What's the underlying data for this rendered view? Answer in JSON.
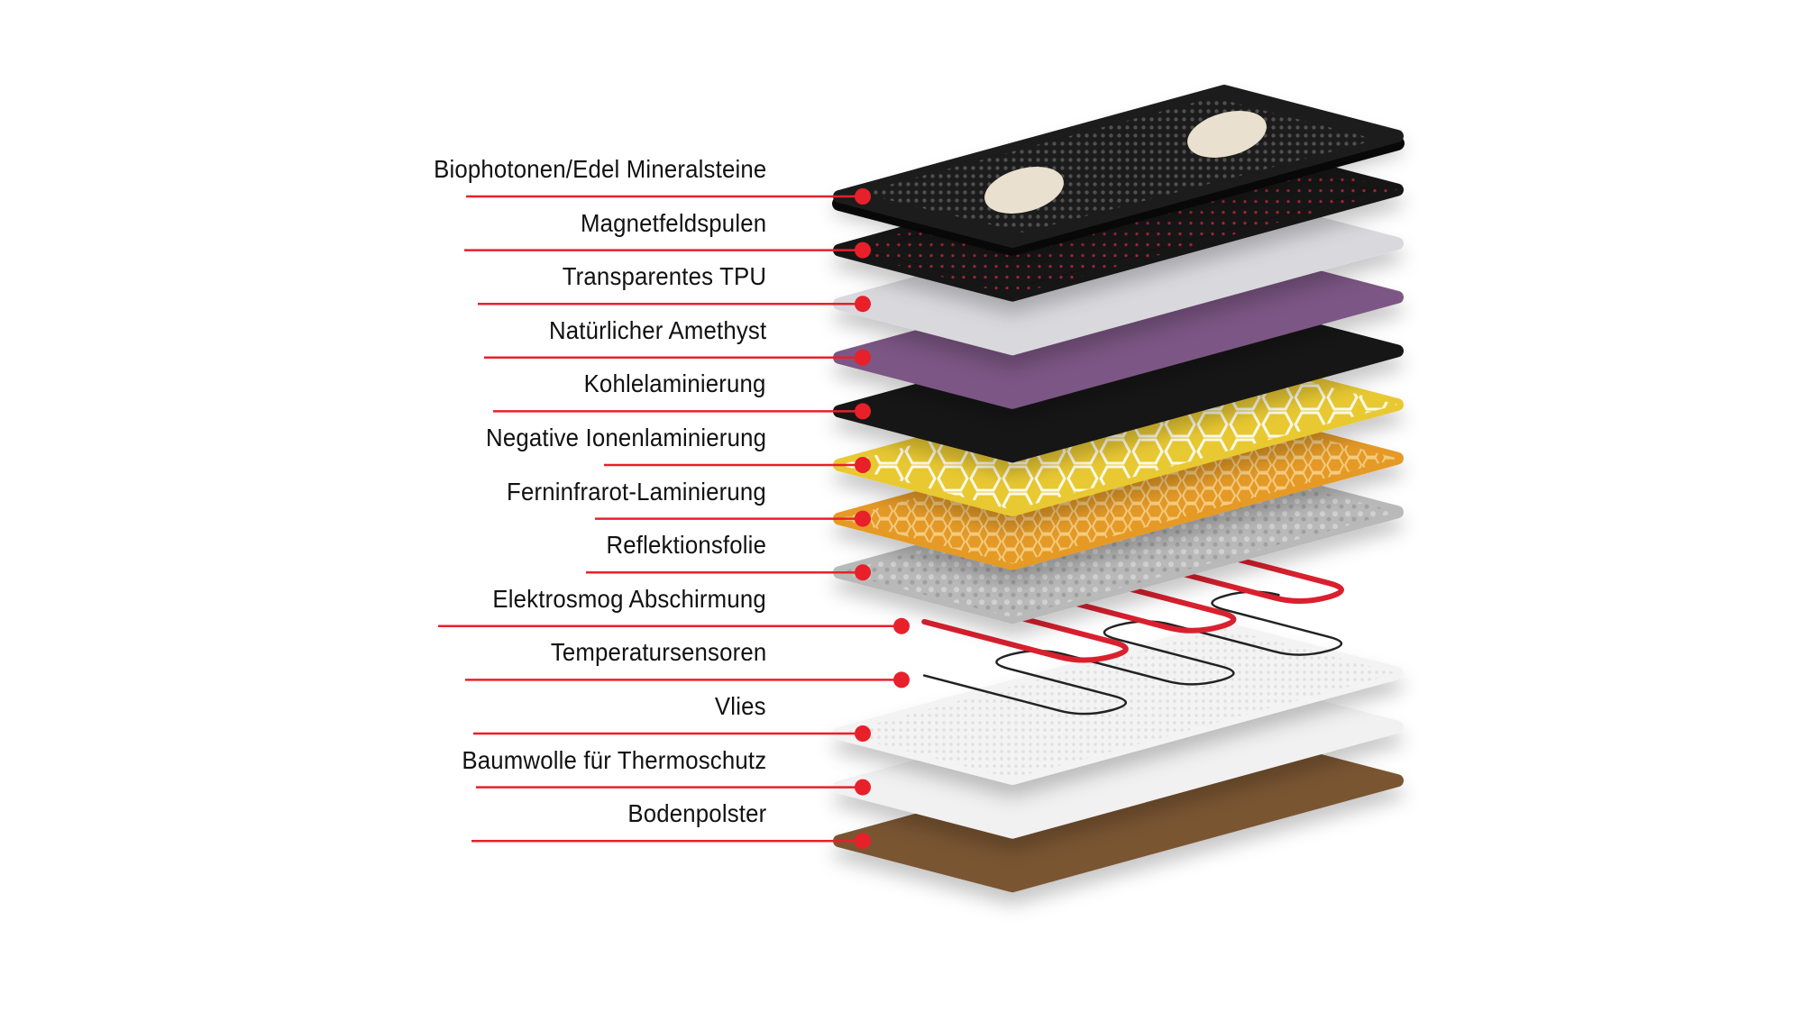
{
  "diagram": {
    "accent_color": "#e8202a",
    "layers": [
      {
        "label": "Biophotonen/Edel Mineralsteine",
        "fill": "#1c1c1c",
        "pattern": "mineral-dots"
      },
      {
        "label": "Magnetfeldspulen",
        "fill": "#121212",
        "pattern": "red-dots"
      },
      {
        "label": "Transparentes TPU",
        "fill": "#d9d9dd",
        "pattern": "none"
      },
      {
        "label": "Natürlicher Amethyst",
        "fill": "#7b5784",
        "pattern": "none"
      },
      {
        "label": "Kohlelaminierung",
        "fill": "#151515",
        "pattern": "none"
      },
      {
        "label": "Negative Ionenlaminierung",
        "fill": "#e9c932",
        "pattern": "honeycomb"
      },
      {
        "label": "Ferninfrarot-Laminierung",
        "fill": "#e59a25",
        "pattern": "honeycomb-small"
      },
      {
        "label": "Reflektionsfolie",
        "fill": "#b9b9b9",
        "pattern": "foil"
      },
      {
        "label": "Elektrosmog Abschirmung",
        "fill": "none",
        "pattern": "red-wire"
      },
      {
        "label": "Temperatursensoren",
        "fill": "none",
        "pattern": "black-wire"
      },
      {
        "label": "Vlies",
        "fill": "#f3f3f3",
        "pattern": "white-dots"
      },
      {
        "label": "Baumwolle für Thermoschutz",
        "fill": "#f1f1f1",
        "pattern": "none"
      },
      {
        "label": "Bodenpolster",
        "fill": "#7a5533",
        "pattern": "none"
      }
    ]
  }
}
